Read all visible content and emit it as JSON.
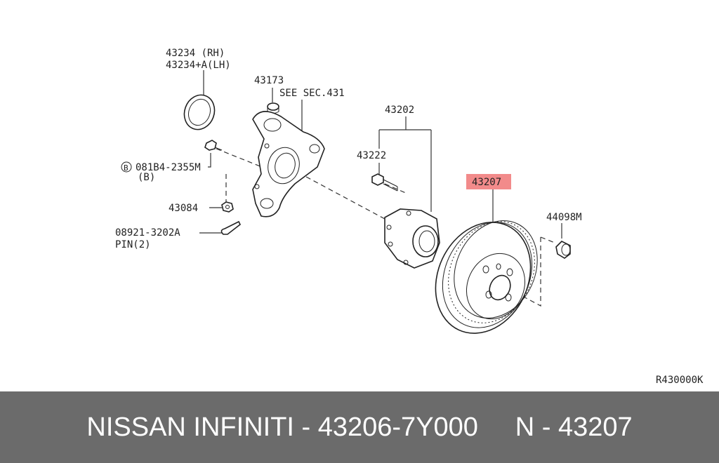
{
  "diagram": {
    "labels": {
      "seal_rh": "43234  (RH)",
      "seal_lh": "43234+A(LH)",
      "cap": "43173",
      "see_sec": "SEE SEC.431",
      "hub_assy": "43202",
      "hub_bolt": "43222",
      "rotor": "43207",
      "screw": "44098M",
      "bolt_spec": "081B4-2355M",
      "bolt_qty": "(B)",
      "bolt_circle": "B",
      "nut": "43084",
      "pin_no": "08921-3202A",
      "pin_desc": "PIN(2)",
      "ref_code": "R430000K"
    },
    "highlight_color": "#f28b8b"
  },
  "footer": {
    "text": "NISSAN INFINITI - 43206-7Y000     N - 43207",
    "background": "#6b6b6b"
  }
}
